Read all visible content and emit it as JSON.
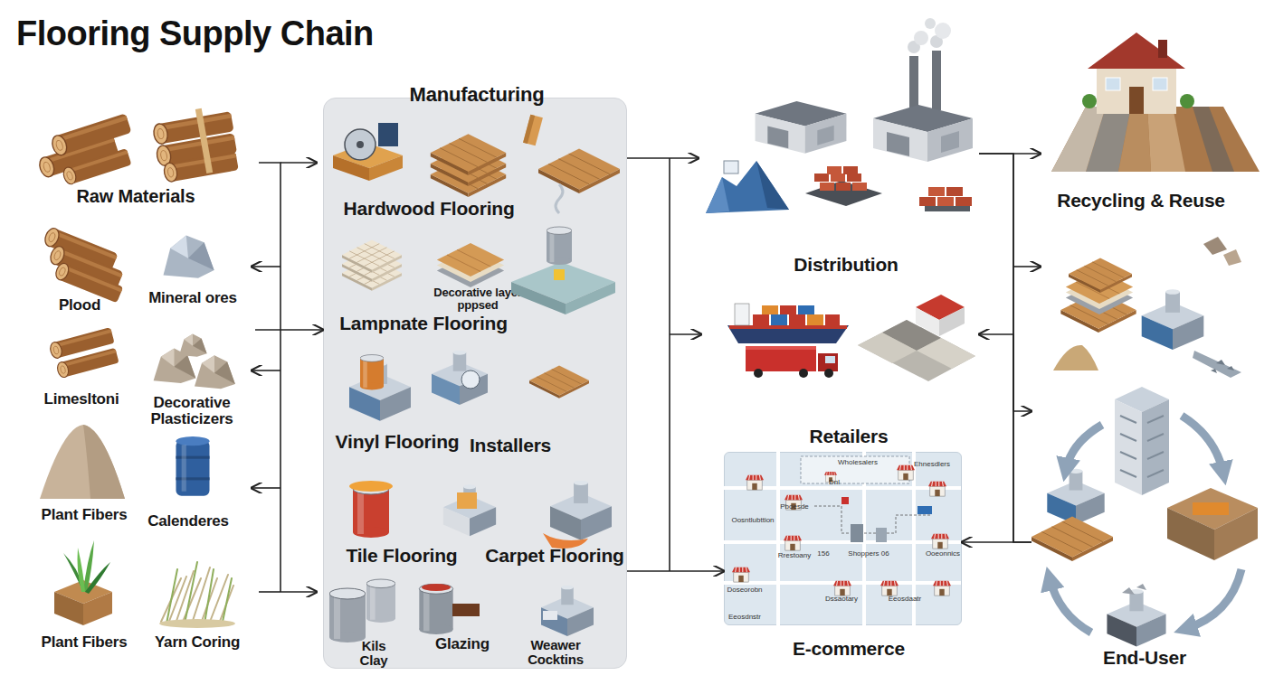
{
  "diagram": {
    "title": "Flooring Supply Chain",
    "nodes": [
      {
        "text": [
          "Raw Materials",
          "Plood",
          "Mineral ores",
          "Limesltoni",
          "Decorative Plasticizers",
          "Plant Fibers",
          "Calenderes",
          "Plant Fibers",
          "Yarn Coring"
        ]
      },
      {
        "text": [
          "Manufacturing",
          "Hardwood Flooring",
          "Decorative layer pppsed",
          "Lampnate Flooring",
          "Vinyl Flooring",
          "Installers",
          "Tile Flooring",
          "Carpet Flooring",
          "Kils Clay",
          "Glazing",
          "Weawer Cocktins"
        ]
      },
      {
        "text": [
          "Distribution"
        ]
      },
      {
        "text": [
          "Retailers",
          "E-commerce"
        ]
      },
      {
        "text": [
          "Recycling & Reuse"
        ]
      },
      {
        "text": [
          "End-User"
        ]
      }
    ],
    "edges": [
      {
        "from": 0,
        "to": 1,
        "arrow": "to"
      },
      {
        "from": 1,
        "to": 2,
        "arrow": "to"
      },
      {
        "from": 1,
        "to": 3,
        "arrow": "to"
      },
      {
        "from": 2,
        "to": 4,
        "arrow": "to"
      },
      {
        "from": 2,
        "to": 5,
        "arrow": "to"
      },
      {
        "from": 5,
        "to": 2,
        "arrow": "to"
      },
      {
        "from": 5,
        "to": 3,
        "arrow": "to"
      }
    ],
    "labels": [
      "Wholesalers",
      "Oosntlubttion",
      "Pboesde",
      "Ehnesdlers",
      "Dnl",
      "156",
      "Shoppers 06",
      "Rrestoany",
      "Dssaotary",
      "Doseorobn",
      "Eeosdaatr",
      "Ooeonnics",
      "Eeosdnstr"
    ]
  }
}
